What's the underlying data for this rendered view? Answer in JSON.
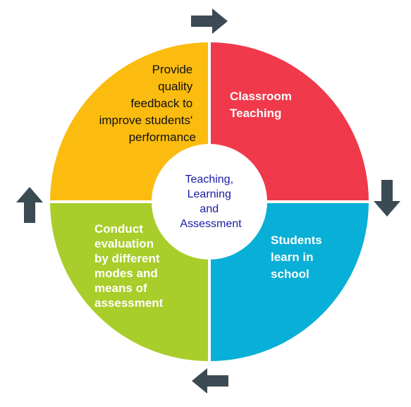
{
  "colors": {
    "top_left": "#fbbc0f",
    "top_right": "#f0394a",
    "bottom_right": "#08afd6",
    "bottom_left": "#a9cd2a",
    "arrow": "#3c4a54",
    "center_text": "#1a1aa6"
  },
  "center": {
    "lines": [
      "Teaching,",
      "Learning",
      "and",
      "Assessment"
    ]
  },
  "quadrants": {
    "top_left": {
      "lines": [
        "Provide",
        "quality",
        "feedback to",
        "improve students'",
        "performance"
      ]
    },
    "top_right": {
      "lines": [
        "Classroom",
        "Teaching"
      ]
    },
    "bottom_right": {
      "lines": [
        "Students",
        "learn in",
        "school"
      ]
    },
    "bottom_left": {
      "lines": [
        "Conduct",
        "evaluation",
        "by different",
        "modes and",
        "means of",
        "assessment"
      ]
    }
  },
  "arrows": {
    "top": "arrow-right-icon",
    "right": "arrow-down-icon",
    "bottom": "arrow-left-icon",
    "left": "arrow-up-icon"
  }
}
